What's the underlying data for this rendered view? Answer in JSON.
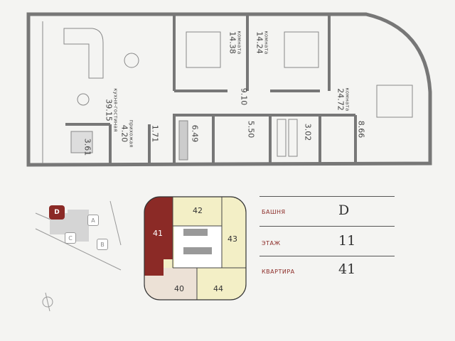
{
  "plan": {
    "rooms": [
      {
        "name": "кухня-гостиная",
        "area": "39.15"
      },
      {
        "name": "комната",
        "area": "14.38"
      },
      {
        "name": "комната",
        "area": "14.24"
      },
      {
        "name": "комната",
        "area": "24.72"
      },
      {
        "name": "прихожая",
        "area": "4.20"
      }
    ],
    "areas": [
      "9.10",
      "1.71",
      "6.49",
      "5.50",
      "3.02",
      "8.66",
      "3.61"
    ]
  },
  "site_map": {
    "towers": [
      "D",
      "A",
      "C",
      "B"
    ],
    "selected": "D"
  },
  "floor_plan": {
    "units": [
      "41",
      "42",
      "43",
      "40",
      "44"
    ],
    "selected": "41"
  },
  "info": {
    "tower_label": "БАШНЯ",
    "tower_value": "D",
    "floor_label": "ЭТАЖ",
    "floor_value": "11",
    "apt_label": "КВАРТИРА",
    "apt_value": "41"
  },
  "colors": {
    "selected": "#8b2a26",
    "unit": "#f3efc6",
    "unit_alt": "#ece1d6",
    "wall": "#777"
  }
}
